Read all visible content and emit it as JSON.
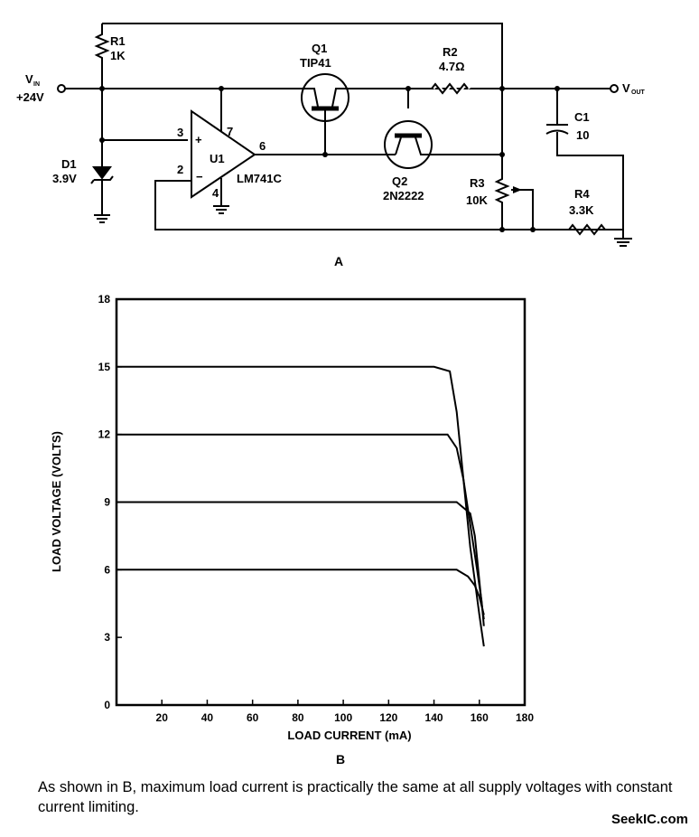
{
  "schematic": {
    "r1_name": "R1",
    "r1_value": "1K",
    "vin_v": "V",
    "vin_sub": "IN",
    "vin_value": "+24V",
    "d1_name": "D1",
    "d1_value": "3.9V",
    "q1_name": "Q1",
    "q1_part": "TIP41",
    "r2_name": "R2",
    "r2_value": "4.7Ω",
    "vout_v": "V",
    "vout_sub": "OUT",
    "c1_name": "C1",
    "c1_value": "10",
    "q2_name": "Q2",
    "q2_part": "2N2222",
    "r3_name": "R3",
    "r3_value": "10K",
    "r4_name": "R4",
    "r4_value": "3.3K",
    "u1_name": "U1",
    "u1_part": "LM741C",
    "pin3": "3",
    "pin2": "2",
    "pin7": "7",
    "pin6": "6",
    "pin4": "4",
    "plus": "+",
    "minus": "−",
    "panel_label": "A"
  },
  "chart_data": {
    "type": "line",
    "title": "",
    "xlabel": "LOAD CURRENT (mA)",
    "ylabel": "LOAD VOLTAGE (VOLTS)",
    "xlim": [
      0,
      180
    ],
    "ylim": [
      0,
      18
    ],
    "xticks": [
      "20",
      "40",
      "60",
      "80",
      "100",
      "120",
      "140",
      "160",
      "180"
    ],
    "yticks": [
      "0",
      "3",
      "6",
      "9",
      "12",
      "15",
      "18"
    ],
    "grid": false,
    "panel_label": "B",
    "series": [
      {
        "x": [
          0,
          140,
          147,
          150,
          153,
          156,
          158,
          160,
          161,
          162
        ],
        "y": [
          15,
          15,
          14.8,
          13,
          10,
          7,
          5.5,
          4,
          3.3,
          2.6
        ]
      },
      {
        "x": [
          0,
          146,
          150,
          153,
          156,
          159,
          161,
          162
        ],
        "y": [
          12,
          12,
          11.4,
          10,
          8,
          6,
          4.6,
          3.5
        ]
      },
      {
        "x": [
          0,
          150,
          156,
          158,
          159,
          160,
          161,
          162
        ],
        "y": [
          9,
          9,
          8.5,
          7.5,
          6.5,
          5.5,
          4.5,
          3.8
        ]
      },
      {
        "x": [
          0,
          150,
          155,
          158,
          160,
          161,
          162
        ],
        "y": [
          6,
          6,
          5.7,
          5.3,
          4.8,
          4.4,
          4
        ]
      }
    ]
  },
  "caption": "As shown in B, maximum load current is practically the same at all supply voltages with constant current limiting.",
  "watermark": "SeekIC.com"
}
